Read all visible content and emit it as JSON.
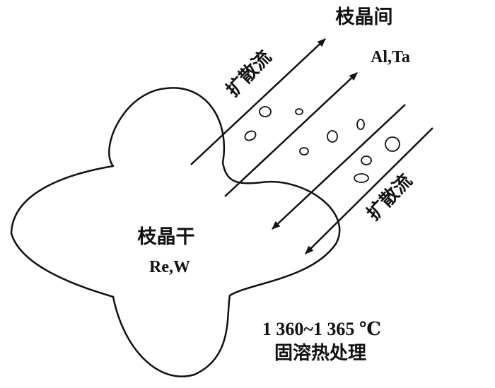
{
  "labels": {
    "interdendritic": "枝晶间",
    "interdendritic_elements": "Al,Ta",
    "dendrite_core": "枝晶干",
    "dendrite_core_elements": "Re,W",
    "diffusion_flow_upper": "扩散流",
    "diffusion_flow_lower": "扩散流",
    "temperature": "1 360~1 365 ℃",
    "process": "固溶热处理"
  },
  "colors": {
    "stroke": "#111111",
    "background": "#ffffff"
  }
}
